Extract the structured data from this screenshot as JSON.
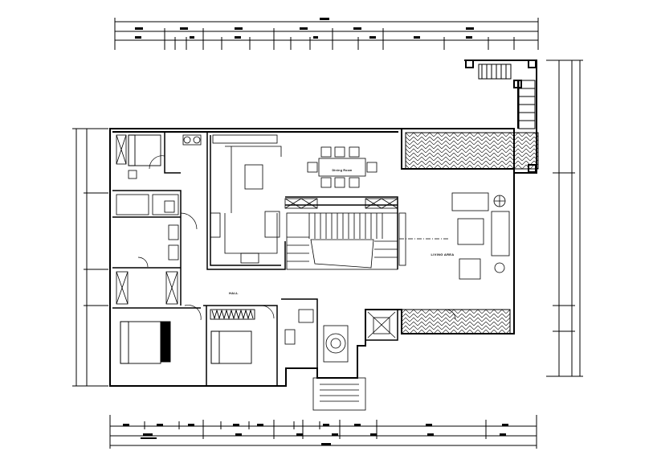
{
  "rooms": {
    "dining": "Dining Room",
    "hall": "HALL",
    "living": "LIVING AREA"
  },
  "colors": {
    "line": "#000000",
    "background": "#ffffff"
  }
}
